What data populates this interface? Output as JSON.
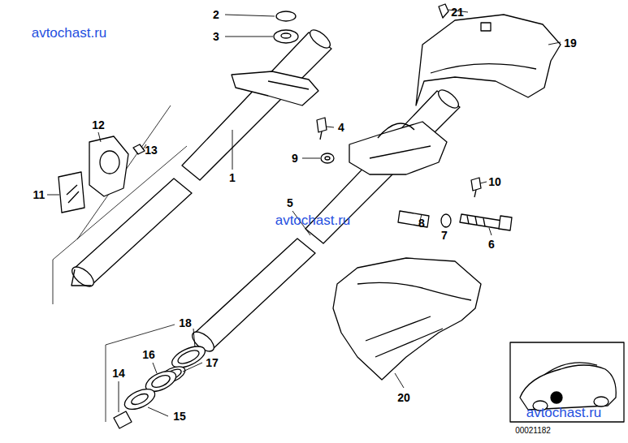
{
  "diagram": {
    "labels": [
      "avtochast.ru",
      "2",
      "21",
      "3",
      "19",
      "12",
      "4",
      "13",
      "9",
      "10",
      "1",
      "11",
      "5",
      "avtochast.ru",
      "8",
      "7",
      "6",
      "18",
      "16",
      "17",
      "14",
      "20",
      "avtochast.ru",
      "15",
      "00021182"
    ]
  }
}
